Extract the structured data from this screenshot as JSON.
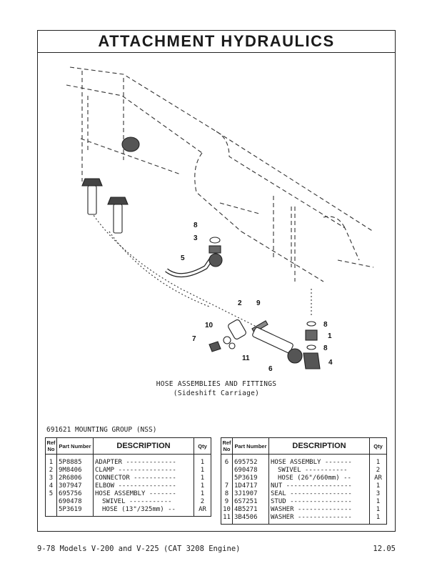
{
  "title": "ATTACHMENT HYDRAULICS",
  "diagram": {
    "callouts": [
      "8",
      "3",
      "5",
      "2",
      "9",
      "10",
      "7",
      "11",
      "6",
      "8",
      "1",
      "8",
      "4"
    ],
    "caption_line1": "HOSE ASSEMBLIES AND FITTINGS",
    "caption_line2": "(Sideshift Carriage)"
  },
  "group_line": "691621 MOUNTING GROUP (NSS)",
  "table_headers": {
    "ref": "Ref No",
    "part": "Part Number",
    "description": "DESCRIPTION",
    "qty": "Qty"
  },
  "left_table": [
    {
      "ref": "1",
      "part": "5P8885",
      "desc": "ADAPTER -------------",
      "qty": "1",
      "indent": 0
    },
    {
      "ref": "2",
      "part": "9M8406",
      "desc": "CLAMP ---------------",
      "qty": "1",
      "indent": 0
    },
    {
      "ref": "3",
      "part": "2R6806",
      "desc": "CONNECTOR -----------",
      "qty": "1",
      "indent": 0
    },
    {
      "ref": "4",
      "part": "307947",
      "desc": "ELBOW ---------------",
      "qty": "1",
      "indent": 0
    },
    {
      "ref": "5",
      "part": "695756",
      "desc": "HOSE ASSEMBLY -------",
      "qty": "1",
      "indent": 0
    },
    {
      "ref": "",
      "part": "690478",
      "desc": "SWIVEL -----------",
      "qty": "2",
      "indent": 1
    },
    {
      "ref": "",
      "part": "5P3619",
      "desc": "HOSE (13\"/325mm) --",
      "qty": "AR",
      "indent": 1
    }
  ],
  "right_table": [
    {
      "ref": "6",
      "part": "695752",
      "desc": "HOSE ASSEMBLY -------",
      "qty": "1",
      "indent": 0
    },
    {
      "ref": "",
      "part": "690478",
      "desc": "SWIVEL -----------",
      "qty": "2",
      "indent": 1
    },
    {
      "ref": "",
      "part": "5P3619",
      "desc": "HOSE (26\"/660mm) --",
      "qty": "AR",
      "indent": 1
    },
    {
      "ref": "7",
      "part": "1D4717",
      "desc": "NUT -----------------",
      "qty": "1",
      "indent": 0
    },
    {
      "ref": "8",
      "part": "3J1907",
      "desc": "SEAL ----------------",
      "qty": "3",
      "indent": 0
    },
    {
      "ref": "9",
      "part": "6S7251",
      "desc": "STUD ----------------",
      "qty": "1",
      "indent": 0
    },
    {
      "ref": "10",
      "part": "4B5271",
      "desc": "WASHER --------------",
      "qty": "1",
      "indent": 0
    },
    {
      "ref": "11",
      "part": "3B4506",
      "desc": "WASHER --------------",
      "qty": "1",
      "indent": 0
    }
  ],
  "footer": {
    "left": "9-78  Models V-200 and V-225 (CAT 3208 Engine)",
    "right": "12.05"
  }
}
